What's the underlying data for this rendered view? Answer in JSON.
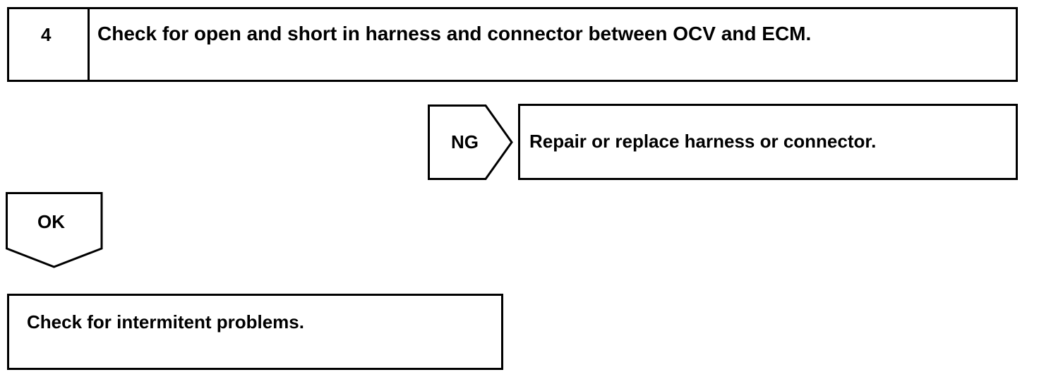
{
  "step": {
    "number": "4",
    "title": "Check for open and short in harness and connector between OCV and ECM."
  },
  "ng_branch": {
    "label": "NG",
    "action": "Repair or replace harness or connector."
  },
  "ok_branch": {
    "label": "OK",
    "action": "Check for intermitent problems."
  }
}
